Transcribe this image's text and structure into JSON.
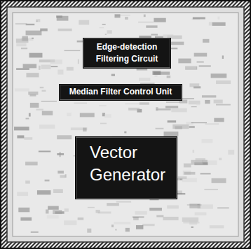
{
  "diagram": {
    "nodes": [
      {
        "text": [
          "Edge-detection Filtering Circuit"
        ]
      },
      {
        "text": [
          "Median Filter Control Unit"
        ]
      },
      {
        "text": [
          "Vector Generator"
        ]
      }
    ]
  }
}
